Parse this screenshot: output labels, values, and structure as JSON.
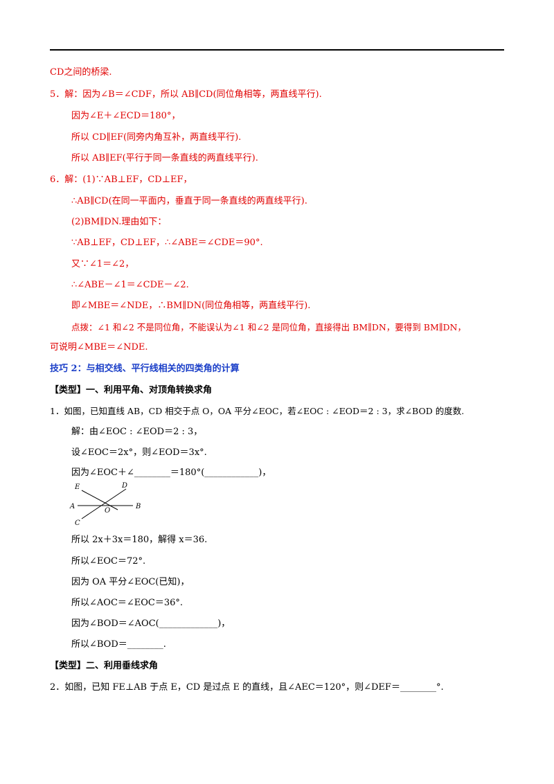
{
  "lines": [
    "CD之间的桥梁.",
    "5．解：因为∠B＝∠CDF，所以 AB∥CD(同位角相等，两直线平行).",
    "因为∠E＋∠ECD＝180°，",
    "所以 CD∥EF(同旁内角互补，两直线平行).",
    "所以 AB∥EF(平行于同一条直线的两直线平行).",
    "6．解：(1)∵AB⊥EF，CD⊥EF，",
    "∴AB∥CD(在同一平面内，垂直于同一条直线的两直线平行).",
    "(2)BM∥DN.理由如下：",
    "∵AB⊥EF，CD⊥EF，∴∠ABE＝∠CDE＝90°.",
    "又∵∠1＝∠2，",
    "∴∠ABE－∠1＝∠CDE－∠2.",
    "即∠MBE＝∠NDE，∴BM∥DN(同位角相等，两直线平行).",
    "点拨：∠1 和∠2 不是同位角，不能误认为∠1 和∠2 是同位角，直接得出 BM∥DN，要得到 BM∥DN，",
    "可说明∠MBE＝∠NDE.",
    "技巧 2：与相交线、平行线相关的四类角的计算",
    "【类型】一、利用平角、对顶角转换求角",
    "1．如图，已知直线 AB，CD 相交于点 O，OA 平分∠EOC，若∠EOC : ∠EOD＝2 : 3，求∠BOD 的度数.",
    "解：由∠EOC : ∠EOD＝2 : 3，",
    "设∠EOC＝2x°，则∠EOD＝3x°.",
    "因为∠EOC＋∠________＝180°(____________)，",
    "所以 2x＋3x＝180，解得 x＝36.",
    "所以∠EOC＝72°.",
    "因为 OA 平分∠EOC(已知)，",
    "所以∠AOC＝∠EOC＝36°.",
    "因为∠BOD＝∠AOC(_____________)，",
    "所以∠BOD＝________.",
    "【类型】二、利用垂线求角",
    "2．如图，已知 FE⊥AB 于点 E，CD 是过点 E 的直线，且∠AEC＝120°，则∠DEF＝________°."
  ],
  "figure": {
    "labels": [
      "E",
      "D",
      "A",
      "O",
      "B",
      "C"
    ]
  }
}
